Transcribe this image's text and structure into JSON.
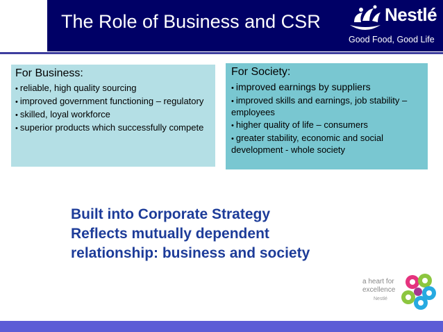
{
  "slide": {
    "title": "The Role of Business and CSR",
    "brand": {
      "name": "Nestlé",
      "tagline": "Good Food, Good Life",
      "badge_text": [
        "a heart for",
        "excellence"
      ],
      "badge_brand": "Nestlé"
    },
    "business": {
      "heading": "For Business:",
      "items": [
        "reliable, high quality sourcing",
        "improved government functioning – regulatory",
        "skilled, loyal workforce",
        "superior products which successfully compete"
      ]
    },
    "society": {
      "heading": "For Society:",
      "items": [
        "improved earnings by suppliers",
        "improved skills and earnings, job stability – employees",
        "higher quality of life – consumers",
        "greater stability, economic and social development - whole society"
      ]
    },
    "summary": [
      "Built into Corporate Strategy",
      "Reflects mutually dependent",
      "relationship:  business and society"
    ],
    "colors": {
      "header": "#000066",
      "panel_left": "#b4dfe5",
      "panel_right": "#79c7d1",
      "summary_text": "#1d3c99",
      "footer": "#5c5cd6"
    }
  }
}
